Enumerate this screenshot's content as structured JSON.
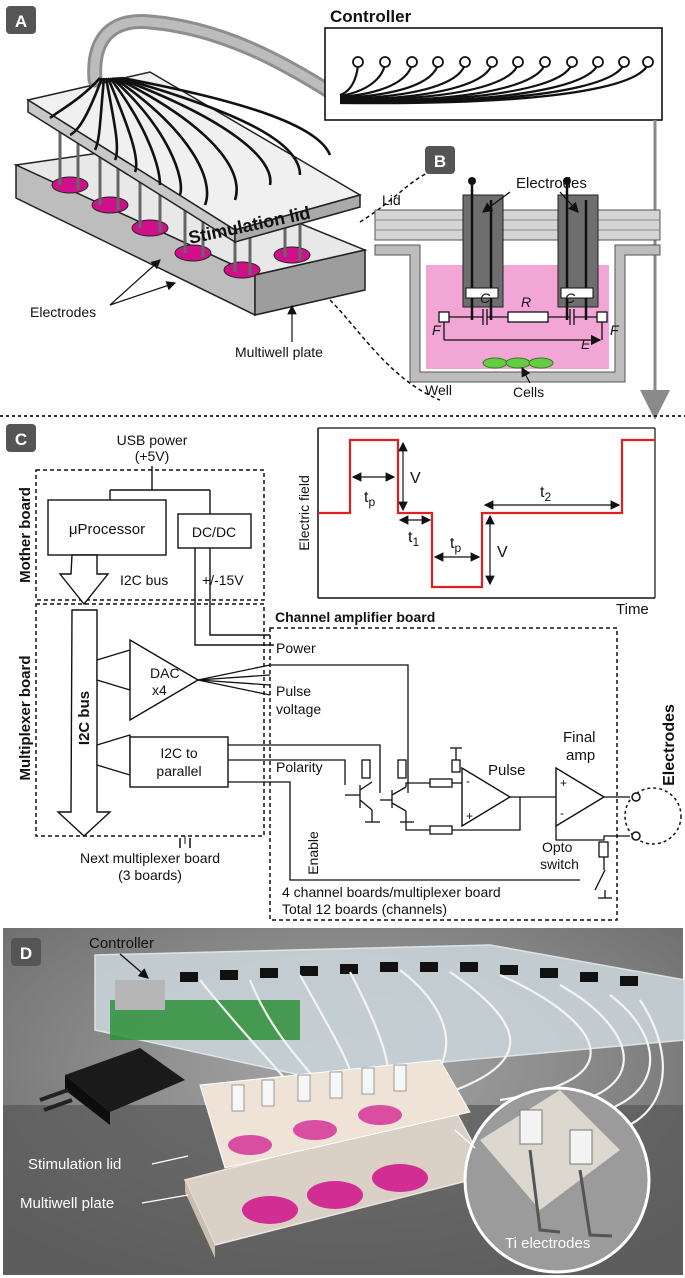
{
  "panels": {
    "a": "A",
    "b": "B",
    "c": "C",
    "d": "D"
  },
  "panel_a": {
    "controller": "Controller",
    "stimulation_lid": "Stimulation lid",
    "electrodes": "Electrodes",
    "multiwell_plate": "Multiwell plate"
  },
  "panel_b": {
    "electrodes": "Electrodes",
    "lid": "Lid",
    "well": "Well",
    "cells": "Cells",
    "c_left": "C",
    "c_right": "C",
    "r": "R",
    "f_left": "F",
    "f_right": "F",
    "e": "E"
  },
  "panel_c": {
    "usb_power": "USB power",
    "usb_voltage": "(+5V)",
    "mother_board": "Mother board",
    "multiplexer_board": "Multiplexer board",
    "processor": "μProcessor",
    "dcdc": "DC/DC",
    "i2c_bus_label": "I2C bus",
    "supply": "+/-15V",
    "i2c_bus_vertical": "I2C bus",
    "dac": "DAC",
    "dac_count": "x4",
    "i2c_parallel_1": "I2C to",
    "i2c_parallel_2": "parallel",
    "next_board_1": "Next multiplexer board",
    "next_board_2": "(3 boards)",
    "channel_amp_board": "Channel amplifier board",
    "power": "Power",
    "pulse_voltage_1": "Pulse",
    "pulse_voltage_2": "voltage",
    "polarity": "Polarity",
    "enable": "Enable",
    "pulse": "Pulse",
    "final_amp_1": "Final",
    "final_amp_2": "amp",
    "opto_1": "Opto",
    "opto_2": "switch",
    "electrodes": "Electrodes",
    "boards_note_1": "4 channel boards/multiplexer board",
    "boards_note_2": "Total 12 boards (channels)",
    "waveform": {
      "ylabel": "Electric field",
      "xlabel": "Time",
      "v_top": "V",
      "v_bottom": "V",
      "tp_first": "t",
      "tp_first_sub": "p",
      "t1": "t",
      "t1_sub": "1",
      "tp_second": "t",
      "tp_second_sub": "p",
      "t2": "t",
      "t2_sub": "2"
    }
  },
  "panel_d": {
    "controller": "Controller",
    "stimulation_lid": "Stimulation lid",
    "multiwell_plate": "Multiwell plate",
    "ti_electrodes": "Ti electrodes"
  },
  "colors": {
    "pulse_line": "#e02020",
    "medium_pink": "#f2a6d6",
    "well_magenta": "#d0108a",
    "cells_green": "#66cc44",
    "cable_gray": "#9a9a9a"
  }
}
